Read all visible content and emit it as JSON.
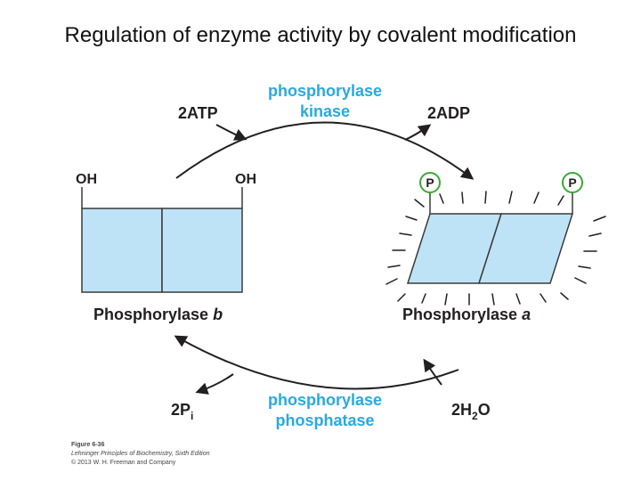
{
  "title": "Regulation of enzyme activity by covalent modification",
  "labels": {
    "kinase_line1": "phosphorylase",
    "kinase_line2": "kinase",
    "atp": "2ATP",
    "adp": "2ADP",
    "oh_left": "OH",
    "oh_right": "OH",
    "p_left": "P",
    "p_right": "P",
    "phosphorylase_b": "Phosphorylase",
    "phosphorylase_b_suffix": "b",
    "phosphorylase_a": "Phosphorylase",
    "phosphorylase_a_suffix": "a",
    "pi_main": "2P",
    "pi_sub": "i",
    "h2o_pre": "2H",
    "h2o_sub": "2",
    "h2o_post": "O",
    "phosphatase_line1": "phosphorylase",
    "phosphatase_line2": "phosphatase"
  },
  "caption": {
    "figure": "Figure 6-36",
    "book": "Lehninger Principles of Biochemistry, Sixth Edition",
    "copyright": "© 2013 W. H. Freeman and Company"
  },
  "colors": {
    "enzyme_label": "#29a9e0",
    "subunit_fill": "#bfe3f6",
    "subunit_stroke": "#3a3a3a",
    "phosphate_circle": "#3aa935"
  }
}
